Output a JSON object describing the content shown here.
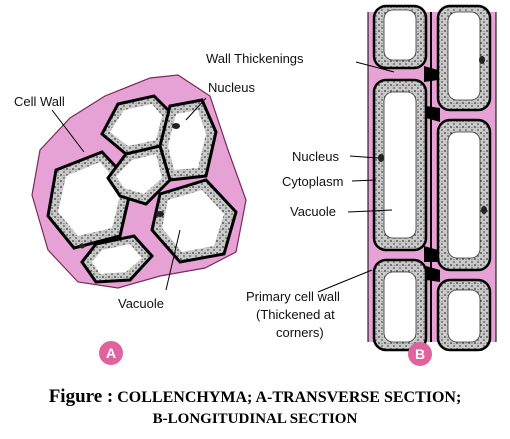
{
  "labels": {
    "cell_wall": "Cell Wall",
    "nucleus_a": "Nucleus",
    "vacuole_a": "Vacuole",
    "wall_thickenings": "Wall Thickenings",
    "nucleus_b": "Nucleus",
    "cytoplasm": "Cytoplasm",
    "vacuole_b": "Vacuole",
    "primary_wall_line1": "Primary cell wall",
    "primary_wall_line2": "(Thickened at",
    "primary_wall_line3": "corners)"
  },
  "badges": {
    "a": "A",
    "b": "B"
  },
  "caption": {
    "lead": "Figure :",
    "line1": "COLLENCHYMA; A-TRANSVERSE SECTION;",
    "line2": "B-LONGITUDINAL SECTION"
  },
  "colors": {
    "wall_pink": "#e7a2d5",
    "badge_pink": "#e0629f",
    "cytoplasm": "#9a9a9a",
    "outline": "#000000"
  }
}
